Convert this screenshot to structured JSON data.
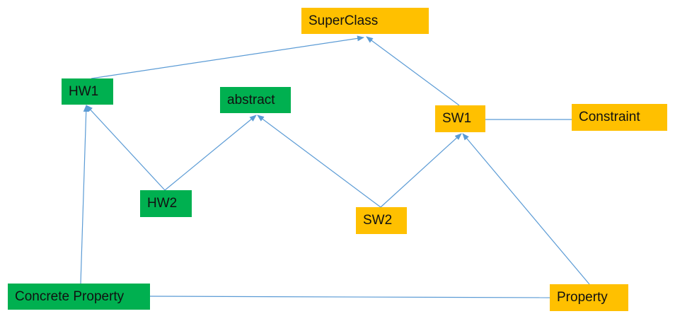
{
  "diagram": {
    "colors": {
      "green": "#00b050",
      "orange": "#ffc000",
      "edge": "#5b9bd5"
    },
    "nodes": [
      {
        "id": "superclass",
        "label": "SuperClass",
        "color": "orange"
      },
      {
        "id": "hw1",
        "label": "HW1",
        "color": "green"
      },
      {
        "id": "abstract",
        "label": "abstract",
        "color": "green"
      },
      {
        "id": "sw1",
        "label": "SW1",
        "color": "orange"
      },
      {
        "id": "constraint",
        "label": "Constraint",
        "color": "orange"
      },
      {
        "id": "hw2",
        "label": "HW2",
        "color": "green"
      },
      {
        "id": "sw2",
        "label": "SW2",
        "color": "orange"
      },
      {
        "id": "concrete-property",
        "label": "Concrete Property",
        "color": "green"
      },
      {
        "id": "property",
        "label": "Property",
        "color": "orange"
      }
    ],
    "edges": [
      {
        "from": "hw1",
        "to": "superclass",
        "arrow": true
      },
      {
        "from": "sw1",
        "to": "superclass",
        "arrow": true
      },
      {
        "from": "hw2",
        "to": "hw1",
        "arrow": true
      },
      {
        "from": "hw2",
        "to": "abstract",
        "arrow": true
      },
      {
        "from": "sw2",
        "to": "abstract",
        "arrow": true
      },
      {
        "from": "sw2",
        "to": "sw1",
        "arrow": true
      },
      {
        "from": "concrete-property",
        "to": "hw1",
        "arrow": true
      },
      {
        "from": "property",
        "to": "sw1",
        "arrow": true
      },
      {
        "from": "sw1",
        "to": "constraint",
        "arrow": false
      },
      {
        "from": "concrete-property",
        "to": "property",
        "arrow": false
      }
    ]
  }
}
